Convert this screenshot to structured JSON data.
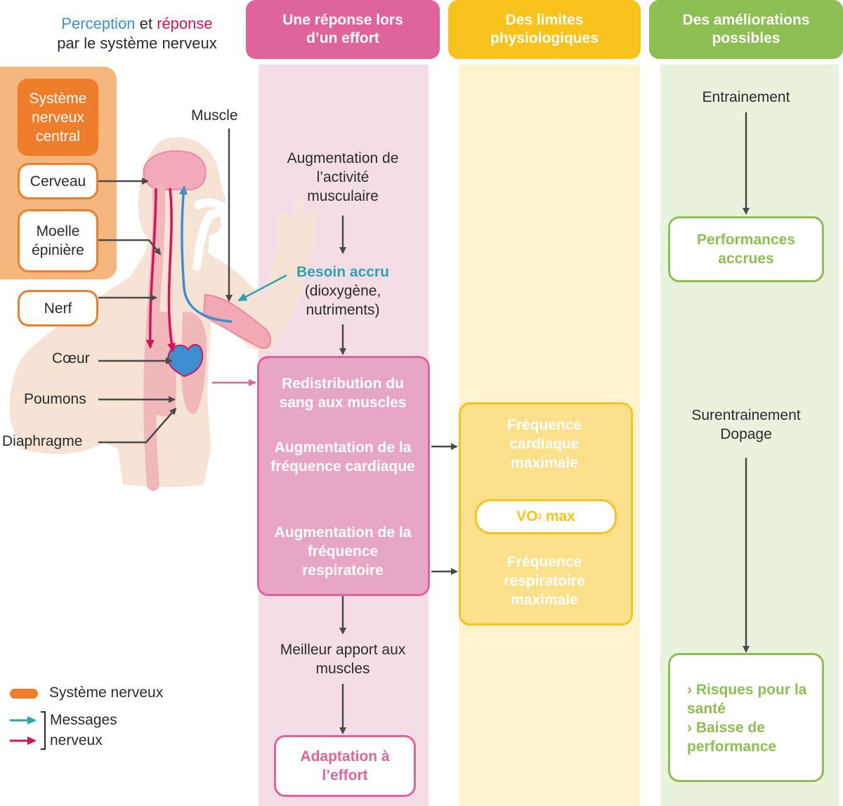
{
  "legend_title": {
    "perception": "Perception",
    "and": " et ",
    "response": "réponse",
    "line2": "par le système nerveux"
  },
  "columns": {
    "effort": {
      "title": "Une réponse lors d’un effort",
      "color": "#e0649c"
    },
    "limits": {
      "title": "Des limites physiologiques",
      "color": "#f9c31e"
    },
    "improvements": {
      "title": "Des améliorations possibles",
      "color": "#8ebf52"
    }
  },
  "nervous_system": {
    "central_title": "Système nerveux central",
    "brain": "Cerveau",
    "spinal_cord": "Moelle épinière",
    "nerve": "Nerf"
  },
  "body_labels": {
    "muscle": "Muscle",
    "heart": "Cœur",
    "lungs": "Poumons",
    "diaphragm": "Diaphragme"
  },
  "effort_flow": {
    "activity": "Augmentation de l’activité musculaire",
    "need_title": "Besoin accru",
    "need_detail": "(dioxygène, nutriments)",
    "redistribution": "Redistribution du sang aux muscles",
    "heart_rate": "Augmentation de la fréquence cardiaque",
    "resp_rate": "Augmentation de la fréquence respiratoire",
    "better_supply": "Meilleur apport aux muscles",
    "adaptation": "Adaptation à l’effort"
  },
  "limits_flow": {
    "max_heart": "Fréquence cardiaque maximale",
    "vo2": "VO",
    "vo2_sub": "2",
    "vo2_max": " max",
    "max_resp": "Fréquence respiratoire maximale"
  },
  "improvements_flow": {
    "training": "Entrainement",
    "performance": "Performances accrues",
    "overtraining": "Surentrainement",
    "doping": "Dopage",
    "risk1": "› Risques pour la santé",
    "risk2": "› Baisse de performance"
  },
  "legend": {
    "nervous_system": "Système nerveux",
    "messages": "Messages",
    "nervous": "nerveux"
  },
  "colors": {
    "orange": "#ee7d2c",
    "orange_light": "#f6b77f",
    "pink": "#e0649c",
    "pink_light": "#f5dde8",
    "pink_box": "#e8a6c6",
    "yellow": "#f9c31e",
    "yellow_light": "#fdf3cf",
    "yellow_box": "#fde08c",
    "green": "#8ebf52",
    "green_light": "#e8f2dc",
    "teal": "#2aa4ad",
    "red": "#d4145a",
    "blue": "#3b8fd0"
  }
}
